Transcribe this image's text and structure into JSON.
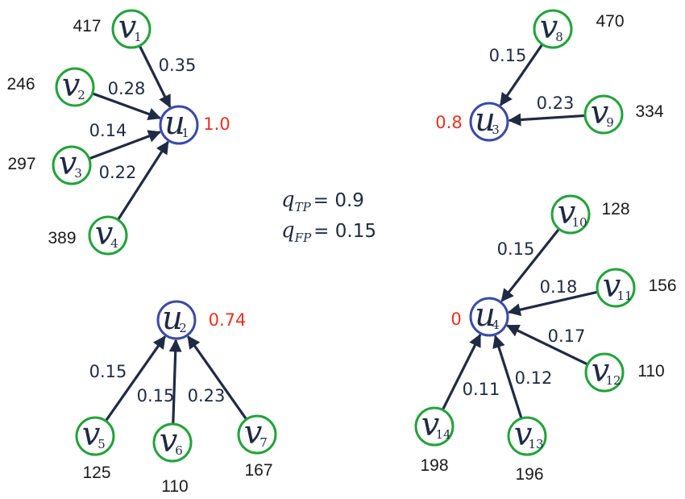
{
  "colors": {
    "user_node_stroke": "#3b4aa8",
    "item_node_stroke": "#22a33a",
    "edge": "#1f2a44",
    "score_text": "#e8321f",
    "text": "#1f2a44"
  },
  "parameters": [
    {
      "symbol": "q",
      "subscript": "TP",
      "value": "= 0.9"
    },
    {
      "symbol": "q",
      "subscript": "FP",
      "value": "= 0.15"
    }
  ],
  "user_nodes": [
    {
      "id": "u1",
      "letter": "u",
      "subscript": "1",
      "score": "1.0"
    },
    {
      "id": "u2",
      "letter": "u",
      "subscript": "2",
      "score": "0.74"
    },
    {
      "id": "u3",
      "letter": "u",
      "subscript": "3",
      "score": "0.8"
    },
    {
      "id": "u4",
      "letter": "u",
      "subscript": "4",
      "score": "0"
    }
  ],
  "item_nodes": [
    {
      "id": "v1",
      "letter": "v",
      "subscript": "1",
      "count": "417"
    },
    {
      "id": "v2",
      "letter": "v",
      "subscript": "2",
      "count": "246"
    },
    {
      "id": "v3",
      "letter": "v",
      "subscript": "3",
      "count": "297"
    },
    {
      "id": "v4",
      "letter": "v",
      "subscript": "4",
      "count": "389"
    },
    {
      "id": "v5",
      "letter": "v",
      "subscript": "5",
      "count": "125"
    },
    {
      "id": "v6",
      "letter": "v",
      "subscript": "6",
      "count": "110"
    },
    {
      "id": "v7",
      "letter": "v",
      "subscript": "7",
      "count": "167"
    },
    {
      "id": "v8",
      "letter": "v",
      "subscript": "8",
      "count": "470"
    },
    {
      "id": "v9",
      "letter": "v",
      "subscript": "9",
      "count": "334"
    },
    {
      "id": "v10",
      "letter": "v",
      "subscript": "10",
      "count": "128"
    },
    {
      "id": "v11",
      "letter": "v",
      "subscript": "11",
      "count": "156"
    },
    {
      "id": "v12",
      "letter": "v",
      "subscript": "12",
      "count": "110"
    },
    {
      "id": "v13",
      "letter": "v",
      "subscript": "13",
      "count": "196"
    },
    {
      "id": "v14",
      "letter": "v",
      "subscript": "14",
      "count": "198"
    }
  ],
  "edges": [
    {
      "from": "v1",
      "to": "u1",
      "weight": "0.35"
    },
    {
      "from": "v2",
      "to": "u1",
      "weight": "0.28"
    },
    {
      "from": "v3",
      "to": "u1",
      "weight": "0.14"
    },
    {
      "from": "v4",
      "to": "u1",
      "weight": "0.22"
    },
    {
      "from": "v5",
      "to": "u2",
      "weight": "0.15"
    },
    {
      "from": "v6",
      "to": "u2",
      "weight": "0.15"
    },
    {
      "from": "v7",
      "to": "u2",
      "weight": "0.23"
    },
    {
      "from": "v8",
      "to": "u3",
      "weight": "0.15"
    },
    {
      "from": "v9",
      "to": "u3",
      "weight": "0.23"
    },
    {
      "from": "v10",
      "to": "u4",
      "weight": "0.15"
    },
    {
      "from": "v11",
      "to": "u4",
      "weight": "0.18"
    },
    {
      "from": "v12",
      "to": "u4",
      "weight": "0.17"
    },
    {
      "from": "v13",
      "to": "u4",
      "weight": "0.12"
    },
    {
      "from": "v14",
      "to": "u4",
      "weight": "0.11"
    }
  ]
}
